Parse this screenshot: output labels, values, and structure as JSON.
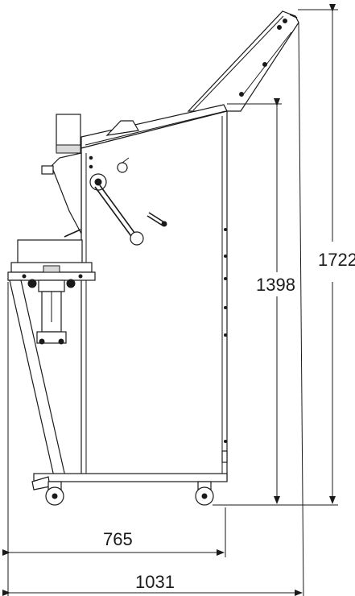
{
  "dimensions": {
    "total_height": "1722",
    "body_height": "1398",
    "base_depth": "765",
    "total_depth": "1031"
  }
}
